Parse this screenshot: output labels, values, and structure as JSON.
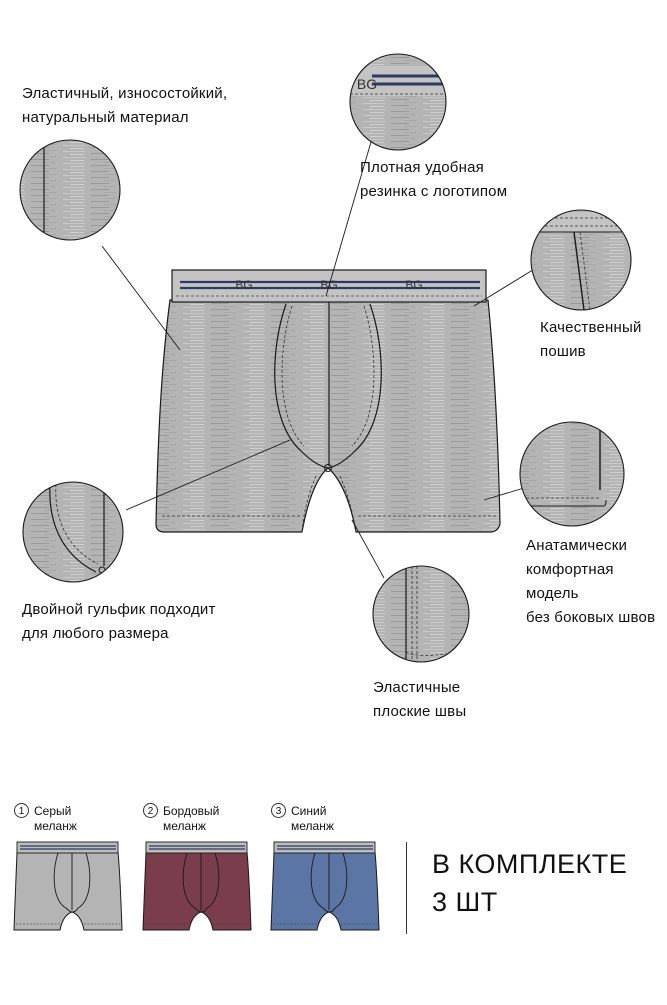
{
  "colors": {
    "grey": "#b4b4b4",
    "grey_dark": "#a3a3a3",
    "navy": "#2d3a66",
    "burgundy": "#7a3d4b",
    "blue": "#5b76a4",
    "line": "#1a1a1a"
  },
  "brand": "BG",
  "features": [
    {
      "text": "Эластичный, износостойкий,\nнатуральный материал"
    },
    {
      "text": "Плотная  удобная\nрезинка с логотипом"
    },
    {
      "text": "Качественный\nпошив"
    },
    {
      "text": "Анатамически\nкомфортная модель\nбез боковых швов"
    },
    {
      "text": "Эластичные\nплоские швы"
    },
    {
      "text": "Двойной гульфик подходит\nдля любого размера"
    }
  ],
  "variants": [
    {
      "num": "1",
      "label": "Серый\nмеланж",
      "color": "#b4b4b4"
    },
    {
      "num": "2",
      "label": "Бордовый\nмеланж",
      "color": "#7a3d4b"
    },
    {
      "num": "3",
      "label": "Синий\nмеланж",
      "color": "#5b76a4"
    }
  ],
  "pack_title": "В КОМПЛЕКТЕ\n3 ШТ"
}
